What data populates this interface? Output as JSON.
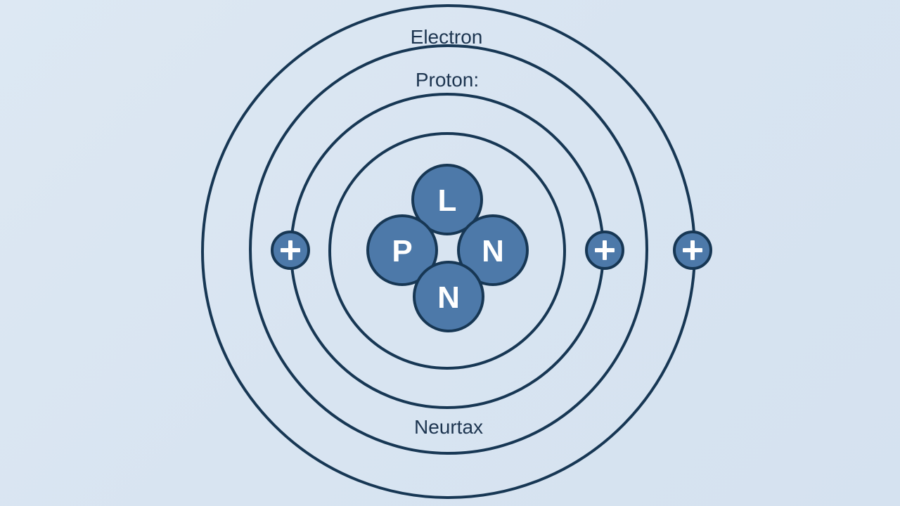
{
  "labels": {
    "electron": "Electron",
    "proton": "Proton:",
    "neutron": "Neurtax"
  },
  "nucleus": {
    "top": "L",
    "left": "P",
    "right": "N",
    "bottom": "N"
  },
  "charges": [
    {
      "symbol": "plus"
    },
    {
      "symbol": "plus"
    },
    {
      "symbol": "plus"
    }
  ],
  "colors": {
    "background": "#d9e5f2",
    "stroke": "#173754",
    "nucleon_fill": "#4d79a9",
    "text": "#1d3550"
  }
}
